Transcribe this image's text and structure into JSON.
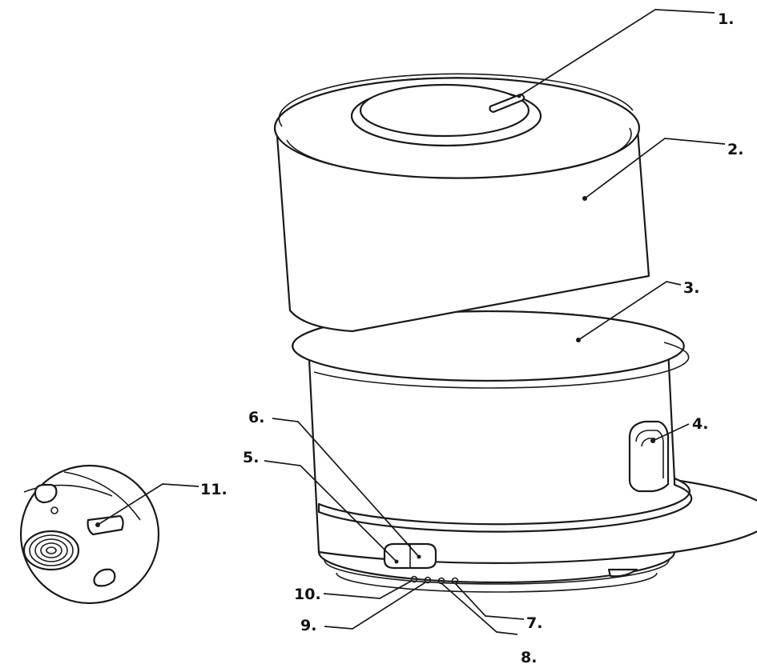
{
  "colors": {
    "line": "#1a1a1a",
    "background": "#ffffff"
  },
  "callouts": [
    {
      "id": "1",
      "text": "1."
    },
    {
      "id": "2",
      "text": "2."
    },
    {
      "id": "3",
      "text": "3."
    },
    {
      "id": "4",
      "text": "4."
    },
    {
      "id": "5",
      "text": "5."
    },
    {
      "id": "6",
      "text": "6."
    },
    {
      "id": "7",
      "text": "7."
    },
    {
      "id": "8",
      "text": "8."
    },
    {
      "id": "9",
      "text": "9."
    },
    {
      "id": "10",
      "text": "10."
    },
    {
      "id": "11",
      "text": "11."
    }
  ]
}
